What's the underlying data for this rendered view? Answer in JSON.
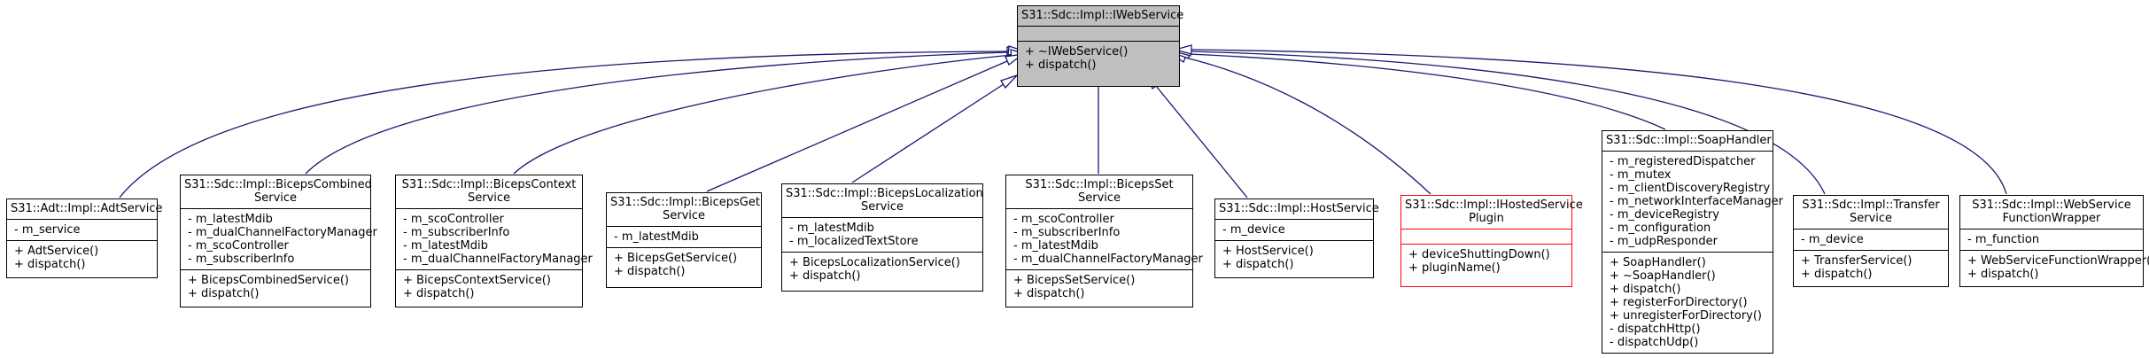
{
  "colors": {
    "edge": "#191970",
    "base_fill": "#bfbfbf",
    "border": "#000000",
    "highlight_border": "#ff0000"
  },
  "classes": [
    {
      "id": "iwebservice",
      "title": [
        "S31::Sdc::Impl::IWebService"
      ],
      "attributes": [],
      "methods": [
        "+ ~IWebService()",
        "+ dispatch()"
      ]
    },
    {
      "id": "adt",
      "title": [
        "S31::Adt::Impl::AdtService"
      ],
      "attributes": [
        "- m_service"
      ],
      "methods": [
        "+ AdtService()",
        "+ dispatch()"
      ]
    },
    {
      "id": "biceps-combined",
      "title": [
        "S31::Sdc::Impl::BicepsCombined",
        "Service"
      ],
      "attributes": [
        "- m_latestMdib",
        "- m_dualChannelFactoryManager",
        "- m_scoController",
        "- m_subscriberInfo"
      ],
      "methods": [
        "+ BicepsCombinedService()",
        "+ dispatch()"
      ]
    },
    {
      "id": "biceps-context",
      "title": [
        "S31::Sdc::Impl::BicepsContext",
        "Service"
      ],
      "attributes": [
        "- m_scoController",
        "- m_subscriberInfo",
        "- m_latestMdib",
        "- m_dualChannelFactoryManager"
      ],
      "methods": [
        "+ BicepsContextService()",
        "+ dispatch()"
      ]
    },
    {
      "id": "biceps-get",
      "title": [
        "S31::Sdc::Impl::BicepsGet",
        "Service"
      ],
      "attributes": [
        "- m_latestMdib"
      ],
      "methods": [
        "+ BicepsGetService()",
        "+ dispatch()"
      ]
    },
    {
      "id": "biceps-localization",
      "title": [
        "S31::Sdc::Impl::BicepsLocalization",
        "Service"
      ],
      "attributes": [
        "- m_latestMdib",
        "- m_localizedTextStore"
      ],
      "methods": [
        "+ BicepsLocalizationService()",
        "+ dispatch()"
      ]
    },
    {
      "id": "biceps-set",
      "title": [
        "S31::Sdc::Impl::BicepsSet",
        "Service"
      ],
      "attributes": [
        "- m_scoController",
        "- m_subscriberInfo",
        "- m_latestMdib",
        "- m_dualChannelFactoryManager"
      ],
      "methods": [
        "+ BicepsSetService()",
        "+ dispatch()"
      ]
    },
    {
      "id": "host",
      "title": [
        "S31::Sdc::Impl::HostService"
      ],
      "attributes": [
        "- m_device"
      ],
      "methods": [
        "+ HostService()",
        "+ dispatch()"
      ]
    },
    {
      "id": "ihosted",
      "title": [
        "S31::Sdc::Impl::IHostedService",
        "Plugin"
      ],
      "attributes": [],
      "methods": [
        "+ deviceShuttingDown()",
        "+ pluginName()"
      ]
    },
    {
      "id": "soap",
      "title": [
        "S31::Sdc::Impl::SoapHandler"
      ],
      "attributes": [
        "- m_registeredDispatcher",
        "- m_mutex",
        "- m_clientDiscoveryRegistry",
        "- m_networkInterfaceManager",
        "- m_deviceRegistry",
        "- m_configuration",
        "- m_udpResponder"
      ],
      "methods": [
        "+ SoapHandler()",
        "+ ~SoapHandler()",
        "+ dispatch()",
        "+ registerForDirectory()",
        "+ unregisterForDirectory()",
        "- dispatchHttp()",
        "- dispatchUdp()"
      ]
    },
    {
      "id": "transfer",
      "title": [
        "S31::Sdc::Impl::Transfer",
        "Service"
      ],
      "attributes": [
        "- m_device"
      ],
      "methods": [
        "+ TransferService()",
        "+ dispatch()"
      ]
    },
    {
      "id": "wsfw",
      "title": [
        "S31::Sdc::Impl::WebService",
        "FunctionWrapper"
      ],
      "attributes": [
        "- m_function"
      ],
      "methods": [
        "+ WebServiceFunctionWrapper()",
        "+ dispatch()"
      ]
    }
  ]
}
